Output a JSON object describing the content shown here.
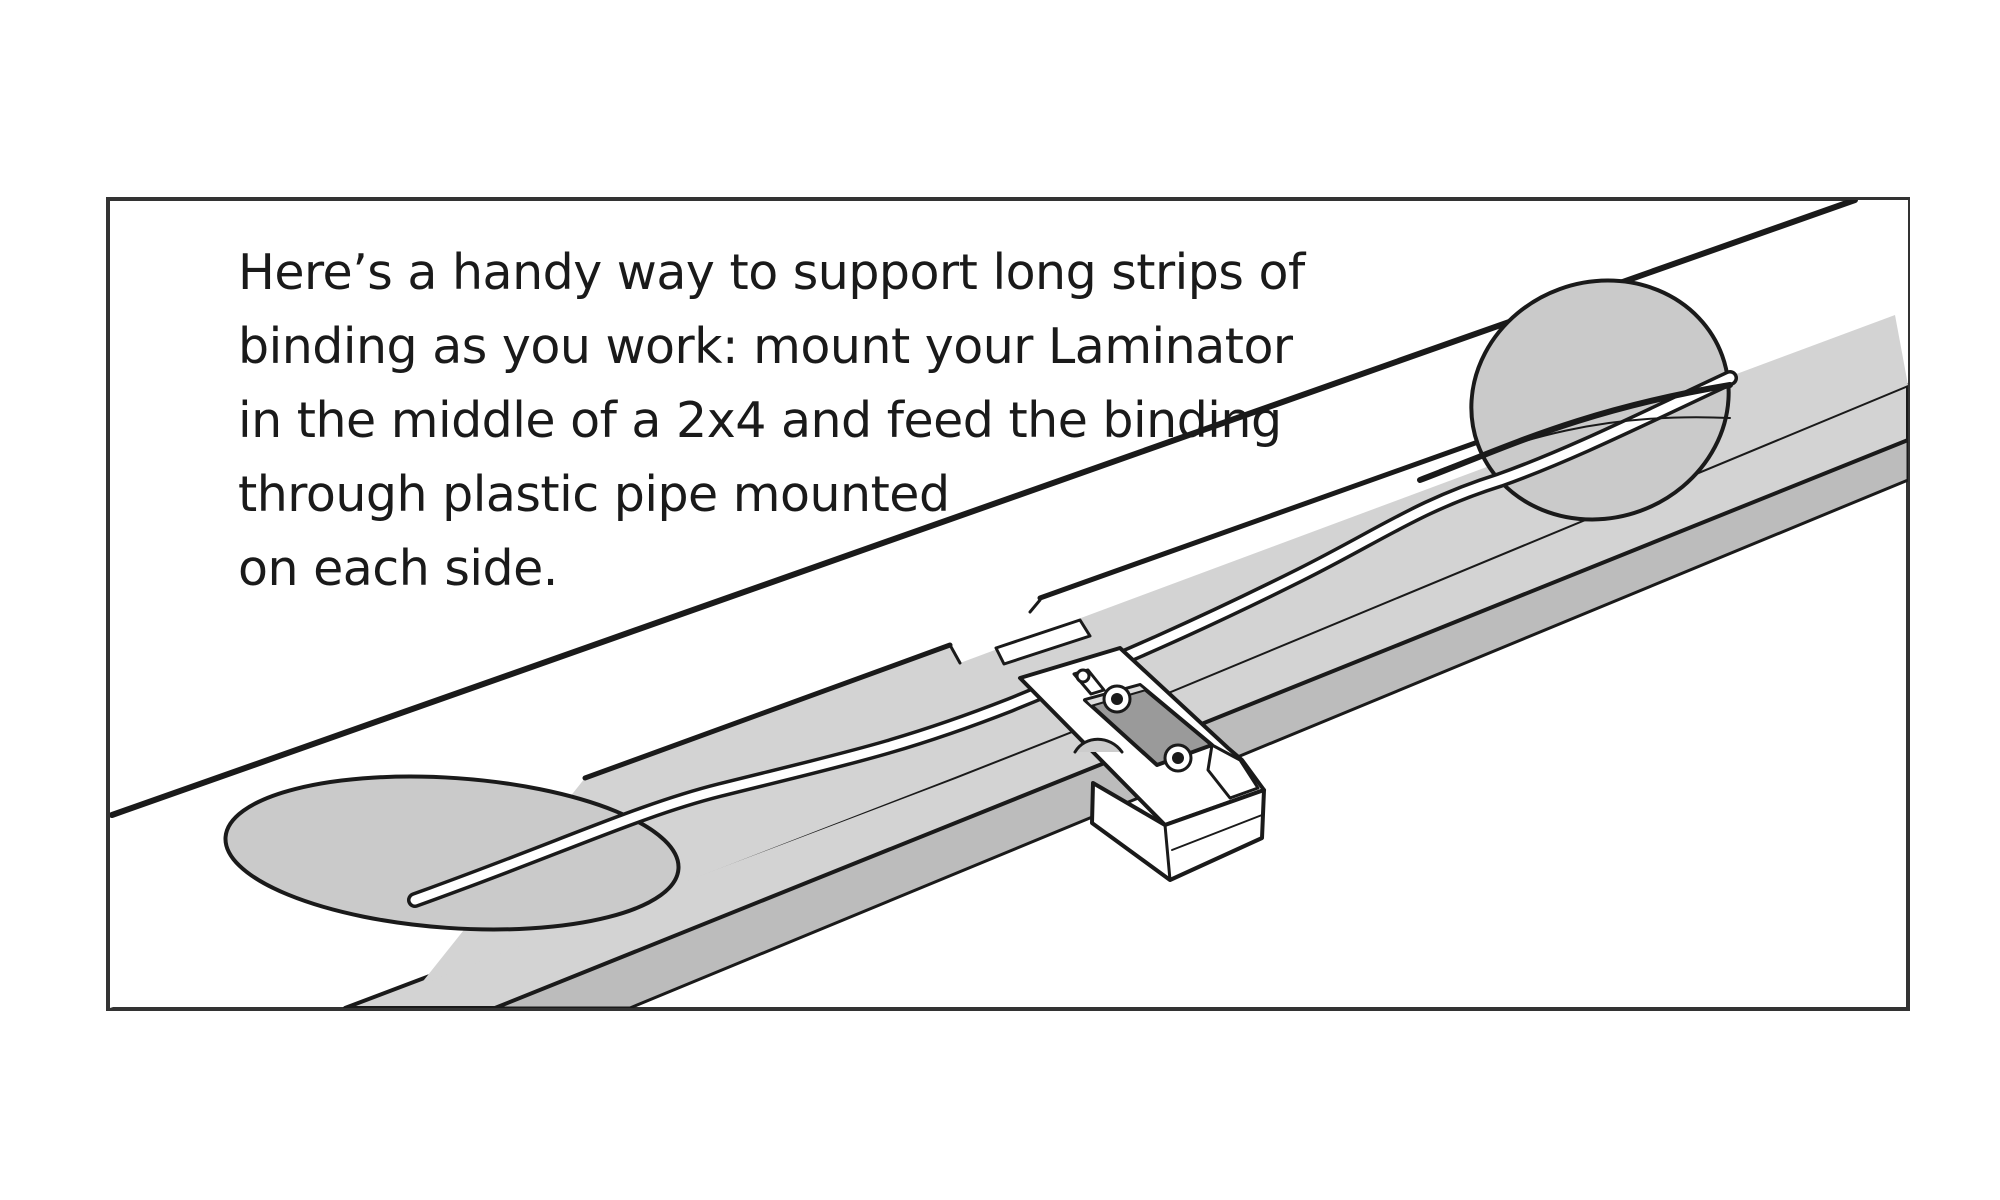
{
  "caption": {
    "lines": [
      "Here’s a handy way to support long strips of",
      "binding as you work: mount your Laminator",
      "in the middle of a 2x4 and feed the binding",
      "through plastic pipe mounted",
      "on each side."
    ]
  },
  "colors": {
    "stroke": "#1a1a1a",
    "panel_background": "#ffffff",
    "board_top": "#d2d2d2",
    "board_side": "#b9b9b9",
    "pipe_opening": "#c9c9c9",
    "binding_strip": "#ffffff"
  }
}
